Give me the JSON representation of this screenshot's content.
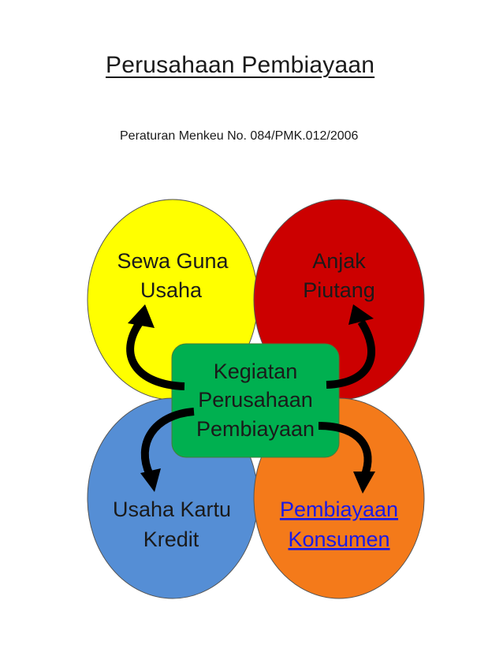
{
  "title": "Perusahaan Pembiayaan",
  "subtitle": "Peraturan Menkeu No. 084/PMK.012/2006",
  "center": {
    "line1": "Kegiatan",
    "line2": "Perusahaan",
    "line3": "Pembiayaan",
    "color": "#00b050"
  },
  "circles": [
    {
      "name": "sewa-guna-usaha",
      "line1": "Sewa Guna",
      "line2": "Usaha",
      "color": "#ffff00",
      "text_color": "#1a1a1a"
    },
    {
      "name": "anjak-piutang",
      "line1": "Anjak",
      "line2": "Piutang",
      "color": "#cc0000",
      "text_color": "#1a1a1a"
    },
    {
      "name": "usaha-kartu-kredit",
      "line1": "Usaha Kartu",
      "line2": "Kredit",
      "color": "#558ed5",
      "text_color": "#1a1a1a"
    },
    {
      "name": "pembiayaan-konsumen",
      "line1": "Pembiayaan",
      "line2": "Konsumen",
      "color": "#f47a1a",
      "text_color": "#1a1ae6"
    }
  ]
}
